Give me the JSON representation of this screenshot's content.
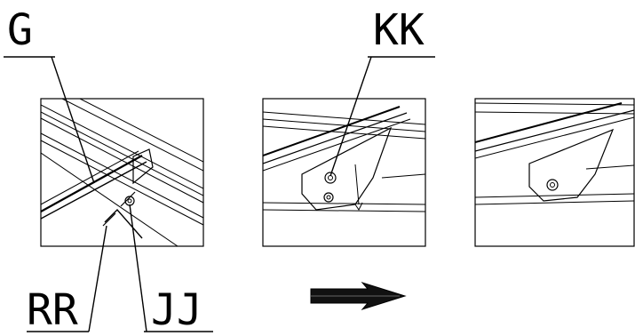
{
  "callouts": {
    "g": "G",
    "kk": "KK",
    "rr": "RR",
    "jj": "JJ"
  },
  "colors": {
    "line": "#000000",
    "background": "#ffffff"
  }
}
